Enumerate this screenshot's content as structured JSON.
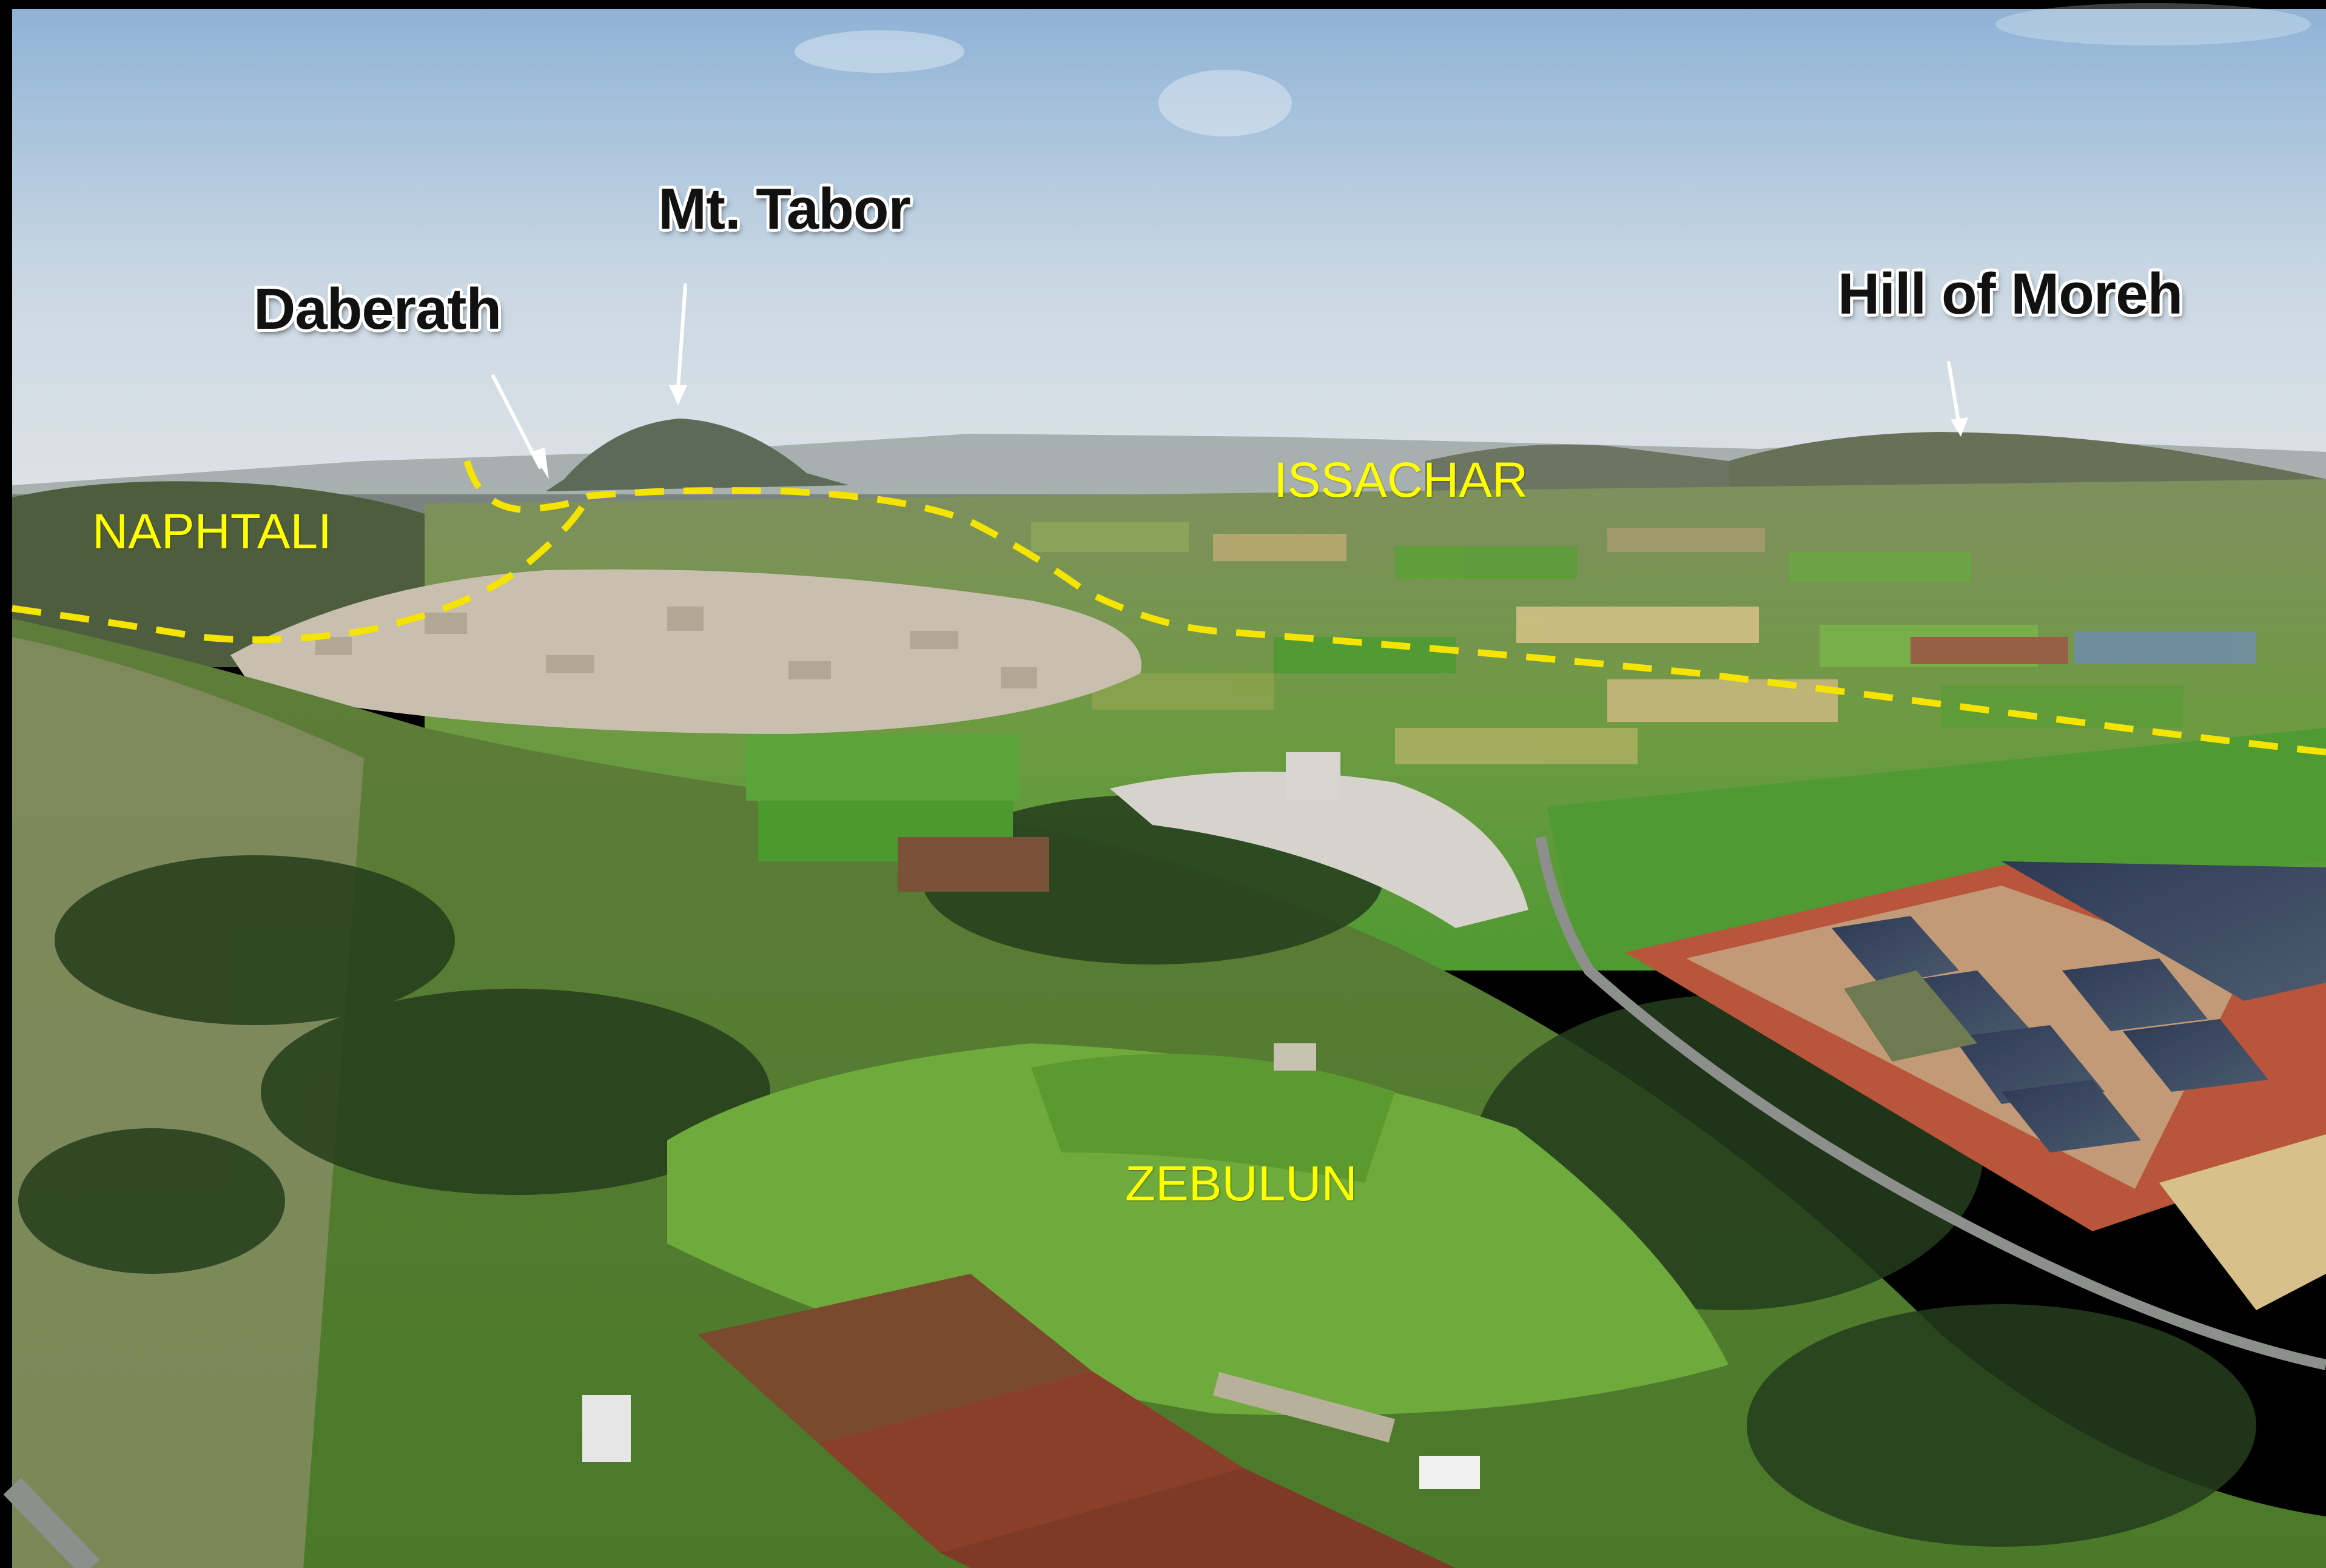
{
  "photo": {
    "colors": {
      "sky_top": "#8fb3d6",
      "sky_horizon": "#dde6ee",
      "hills_far": "#6d7468",
      "boundary_line": "#f5e400",
      "label_region": "#ffff00",
      "field_green": "#4f9a32",
      "town": "#c8bfae",
      "pond": "#3d4a5e"
    }
  },
  "callouts": {
    "daberath": "Daberath",
    "mt_tabor": "Mt. Tabor",
    "hill_of_moreh": "Hill of Moreh"
  },
  "regions": {
    "naphtali": "NAPHTALI",
    "issachar": "ISSACHAR",
    "zebulun": "ZEBULUN"
  }
}
